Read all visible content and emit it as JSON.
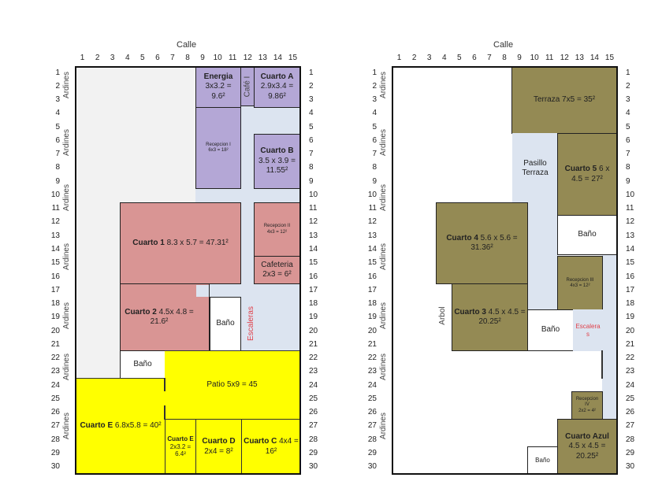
{
  "street_label": "Calle",
  "garden_label": "Ardines",
  "columns": [
    "1",
    "2",
    "3",
    "4",
    "5",
    "6",
    "7",
    "8",
    "9",
    "10",
    "11",
    "12",
    "13",
    "14",
    "15"
  ],
  "rows": [
    "1",
    "2",
    "3",
    "4",
    "5",
    "6",
    "7",
    "8",
    "9",
    "10",
    "11",
    "12",
    "13",
    "14",
    "15",
    "16",
    "17",
    "18",
    "19",
    "20",
    "21",
    "22",
    "23",
    "24",
    "25",
    "26",
    "27",
    "28",
    "29",
    "30"
  ],
  "left_plan": {
    "energia": {
      "name": "Energia",
      "dims": "3x3.2 = 9.6²"
    },
    "cafe": {
      "name": "Café I"
    },
    "cuarto_a": {
      "name": "Cuarto A",
      "dims": "2.9x3.4 = 9.86²"
    },
    "recepcion_1": {
      "name": "Recepcion I",
      "dims": "6x3 = 18²"
    },
    "cuarto_b": {
      "name": "Cuarto B",
      "dims": "3.5 x 3.9 = 11.55²"
    },
    "cuarto_1": {
      "name": "Cuarto 1",
      "dims": "8.3 x 5.7 = 47.31²"
    },
    "recepcion_2": {
      "name": "Recepcion II",
      "dims": "4x3 = 12²"
    },
    "cafeteria": {
      "name": "Cafeteria",
      "dims": "2x3 = 6²"
    },
    "cuarto_2": {
      "name": "Cuarto 2",
      "dims": "4.5x 4.8 = 21.6²"
    },
    "bano_1": {
      "name": "Baño"
    },
    "escaleras": {
      "name": "Escaleras"
    },
    "bano_2": {
      "name": "Baño"
    },
    "patio": {
      "name": "Patio 5x9 = 45"
    },
    "cuarto_e": {
      "name": "Cuarto E",
      "dims": "6.8x5.8 = 40²"
    },
    "cuarto_e_small": {
      "name": "Cuarto E",
      "dims": "2x3.2 = 6.4²"
    },
    "cuarto_d": {
      "name": "Cuarto D",
      "dims": "2x4 = 8²"
    },
    "cuarto_c": {
      "name": "Cuarto C",
      "dims": "4x4 = 16²"
    }
  },
  "right_plan": {
    "terraza": {
      "name": "Terraza 7x5 = 35²"
    },
    "pasillo": {
      "name": "Pasillo Terraza"
    },
    "cuarto_5": {
      "name": "Cuarto 5",
      "dims": "6 x 4.5 = 27²"
    },
    "bano_1": {
      "name": "Baño"
    },
    "cuarto_4": {
      "name": "Cuarto 4",
      "dims": "5.6 x 5.6 = 31.36²"
    },
    "recepcion_3": {
      "name": "Recepcion III",
      "dims": "4x3 = 12²"
    },
    "arbol": {
      "name": "Arbol"
    },
    "cuarto_3": {
      "name": "Cuarto 3",
      "dims": "4.5 x 4.5 = 20.25²"
    },
    "bano_2": {
      "name": "Baño"
    },
    "escaleras": {
      "name": "Escaleras"
    },
    "recepcion_4": {
      "name": "Recepcion IV",
      "dims": "2x2 = 4²"
    },
    "cuarto_azul": {
      "name": "Cuarto Azul",
      "dims": "4.5 x 4.5 = 20.25²"
    },
    "bano_3": {
      "name": "Baño"
    }
  },
  "colors": {
    "purple": "#b4a7d6",
    "pink": "#d99594",
    "yellow": "#ffff00",
    "olive": "#948a54",
    "hall": "#dce4f0",
    "stairs_text": "#e0404a"
  }
}
